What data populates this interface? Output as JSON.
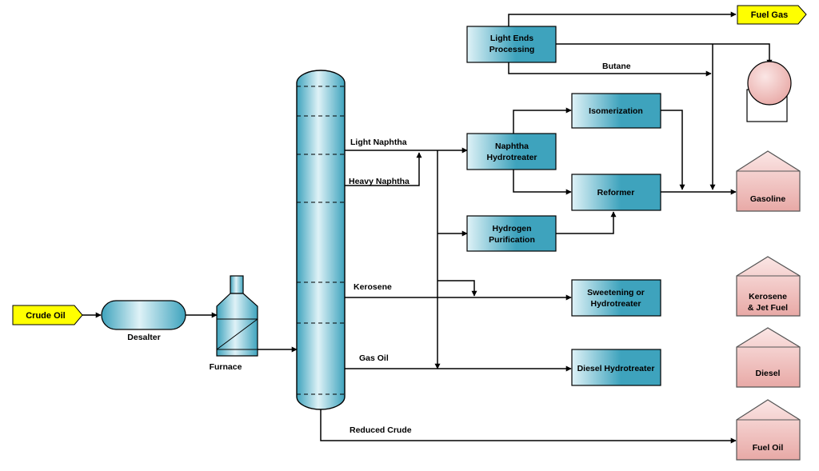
{
  "colors": {
    "process_box": "#3ea3bd",
    "process_box_light": "#dff2f7",
    "tank": "#e8a9a6",
    "tank_light": "#fbe6e5",
    "flag": "#ffff00",
    "line": "#000000"
  },
  "inputs": {
    "crude_oil": "Crude Oil"
  },
  "outputs": {
    "fuel_gas": "Fuel Gas"
  },
  "equipment": {
    "desalter": "Desalter",
    "furnace": "Furnace"
  },
  "streams": {
    "butane": "Butane",
    "light_naphtha": "Light Naphtha",
    "heavy_naphtha": "Heavy Naphtha",
    "kerosene": "Kerosene",
    "gas_oil": "Gas Oil",
    "reduced_crude": "Reduced Crude"
  },
  "units": {
    "light_ends": [
      "Light Ends",
      "Processing"
    ],
    "isomerization": "Isomerization",
    "naphtha_hydrotreater": [
      "Naphtha",
      "Hydrotreater"
    ],
    "reformer": "Reformer",
    "hydrogen_purification": [
      "Hydrogen",
      "Purification"
    ],
    "sweetening": [
      "Sweetening or",
      "Hydrotreater"
    ],
    "diesel_hydrotreater": "Diesel Hydrotreater"
  },
  "products": {
    "gasoline": "Gasoline",
    "kerosene_jet": [
      "Kerosene",
      "& Jet Fuel"
    ],
    "diesel": "Diesel",
    "fuel_oil": "Fuel Oil"
  }
}
